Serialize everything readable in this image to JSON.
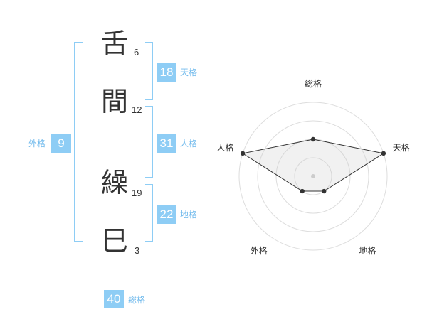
{
  "name_chars": [
    {
      "char": "舌",
      "strokes": "6"
    },
    {
      "char": "間",
      "strokes": "12"
    },
    {
      "char": "繰",
      "strokes": "19"
    },
    {
      "char": "巳",
      "strokes": "3"
    }
  ],
  "kakusu": {
    "tenkaku": {
      "value": "18",
      "label": "天格"
    },
    "jinkaku": {
      "value": "31",
      "label": "人格"
    },
    "chikaku": {
      "value": "22",
      "label": "地格"
    },
    "gaikaku": {
      "value": "9",
      "label": "外格"
    },
    "soukaku": {
      "value": "40",
      "label": "総格"
    }
  },
  "colors": {
    "accent": "#8ecdf5",
    "label_blue": "#6fb9ec",
    "bracket": "#8ecdf5",
    "text": "#333333"
  },
  "chart_data": {
    "type": "radar",
    "axes": [
      "総格",
      "天格",
      "地格",
      "外格",
      "人格"
    ],
    "values": [
      2,
      4,
      1,
      1,
      4
    ],
    "range": [
      0,
      4
    ],
    "rings": 4
  }
}
